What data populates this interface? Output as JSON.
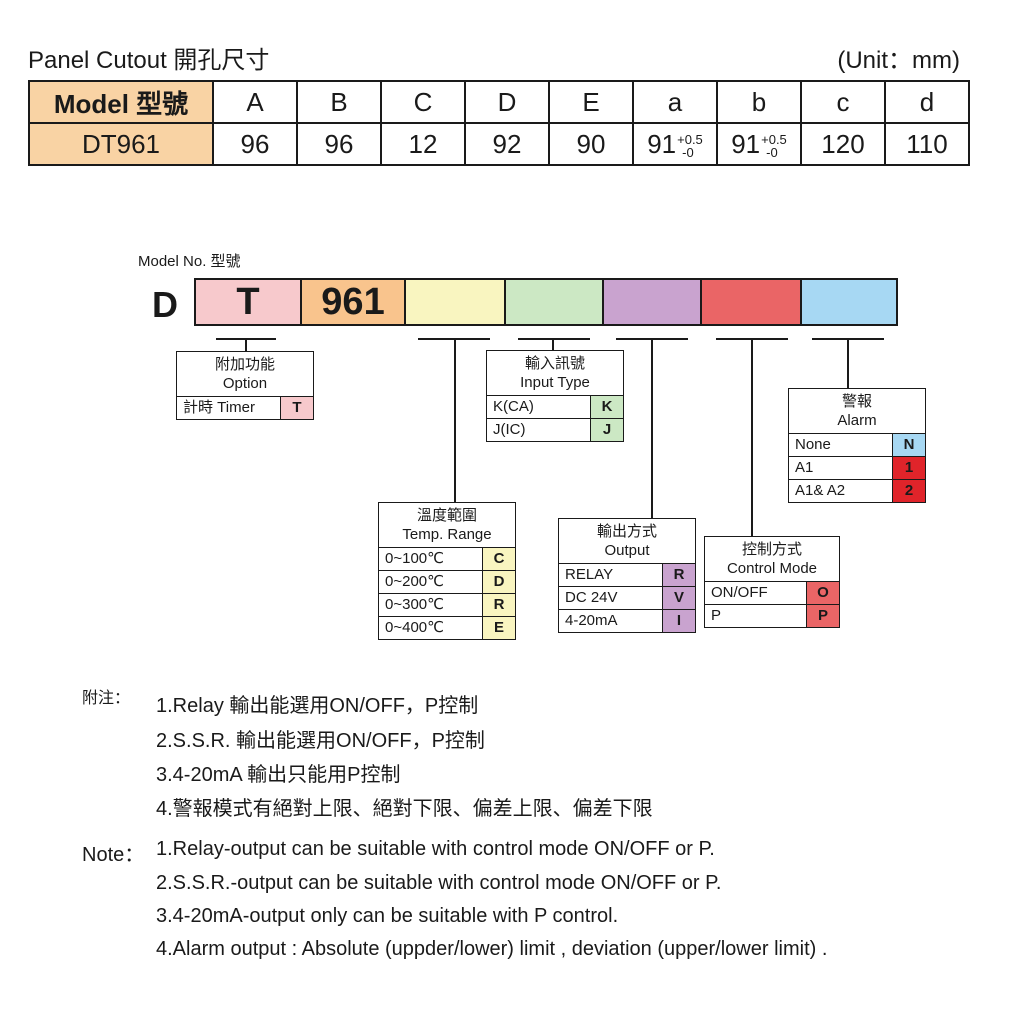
{
  "cutout": {
    "title": "Panel Cutout 開孔尺寸",
    "unit": "(Unit：mm)",
    "header": {
      "model": "Model 型號",
      "cols": [
        "A",
        "B",
        "C",
        "D",
        "E",
        "a",
        "b",
        "c",
        "d"
      ]
    },
    "row": {
      "model": "DT961",
      "A": "96",
      "B": "96",
      "C": "12",
      "D": "92",
      "E": "90",
      "a": "91",
      "a_tol_plus": "+0.5",
      "a_tol_minus": "-0",
      "b": "91",
      "b_tol_plus": "+0.5",
      "b_tol_minus": "-0",
      "c": "120",
      "d": "110"
    }
  },
  "model_code": {
    "label": "Model No. 型號",
    "prefix": "D",
    "segments": [
      {
        "text": "T",
        "color": "#f7c9cc"
      },
      {
        "text": "961",
        "color": "#f9c48d"
      },
      {
        "text": "",
        "color": "#f9f5c0"
      },
      {
        "text": "",
        "color": "#cce8c4"
      },
      {
        "text": "",
        "color": "#c9a3cf"
      },
      {
        "text": "",
        "color": "#ea6566"
      },
      {
        "text": "",
        "color": "#a7d8f3"
      }
    ]
  },
  "option_box": {
    "title_zh": "附加功能",
    "title_en": "Option",
    "rows": [
      {
        "label": "計時 Timer",
        "code": "T",
        "color": "#f7c9cc"
      }
    ]
  },
  "temp_box": {
    "title_zh": "溫度範圍",
    "title_en": "Temp. Range",
    "rows": [
      {
        "label": "0~100℃",
        "code": "C",
        "color": "#f9f5c0"
      },
      {
        "label": "0~200℃",
        "code": "D",
        "color": "#f9f5c0"
      },
      {
        "label": "0~300℃",
        "code": "R",
        "color": "#f9f5c0"
      },
      {
        "label": "0~400℃",
        "code": "E",
        "color": "#f9f5c0"
      }
    ]
  },
  "input_box": {
    "title_zh": "輸入訊號",
    "title_en": "Input Type",
    "rows": [
      {
        "label": "K(CA)",
        "code": "K",
        "color": "#cce8c4"
      },
      {
        "label": "J(IC)",
        "code": "J",
        "color": "#cce8c4"
      }
    ]
  },
  "output_box": {
    "title_zh": "輸出方式",
    "title_en": "Output",
    "rows": [
      {
        "label": "RELAY",
        "code": "R",
        "color": "#c9a3cf"
      },
      {
        "label": "DC 24V",
        "code": "V",
        "color": "#c9a3cf"
      },
      {
        "label": "4-20mA",
        "code": "I",
        "color": "#c9a3cf"
      }
    ]
  },
  "control_box": {
    "title_zh": "控制方式",
    "title_en": "Control Mode",
    "rows": [
      {
        "label": "ON/OFF",
        "code": "O",
        "color": "#ea6566"
      },
      {
        "label": "P",
        "code": "P",
        "color": "#ea6566"
      }
    ]
  },
  "alarm_box": {
    "title_zh": "警報",
    "title_en": "Alarm",
    "rows": [
      {
        "label": "None",
        "code": "N",
        "color": "#a7d8f3"
      },
      {
        "label": "A1",
        "code": "1",
        "color": "#e0242a"
      },
      {
        "label": "A1& A2",
        "code": "2",
        "color": "#e0242a"
      }
    ]
  },
  "notes_zh": {
    "prefix": "附注：",
    "lines": [
      "1.Relay 輸出能選用ON/OFF，P控制",
      "2.S.S.R. 輸出能選用ON/OFF，P控制",
      "3.4-20mA 輸出只能用P控制",
      "4.警報模式有絕對上限、絕對下限、偏差上限、偏差下限"
    ]
  },
  "notes_en": {
    "prefix": "Note：",
    "lines": [
      "1.Relay-output can be suitable with control mode ON/OFF or P.",
      "2.S.S.R.-output can be suitable with control mode ON/OFF or P.",
      "3.4-20mA-output only can be suitable with P control.",
      "4.Alarm output : Absolute (uppder/lower) limit , deviation (upper/lower limit) ."
    ]
  }
}
